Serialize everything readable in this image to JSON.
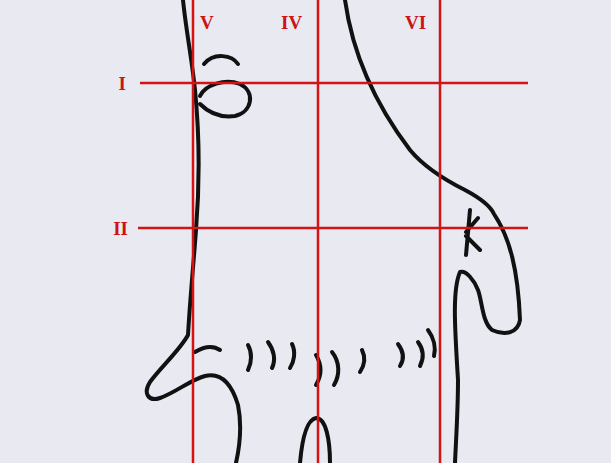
{
  "diagram": {
    "labels": [
      "V",
      "IV",
      "VI",
      "I",
      "II"
    ]
  }
}
